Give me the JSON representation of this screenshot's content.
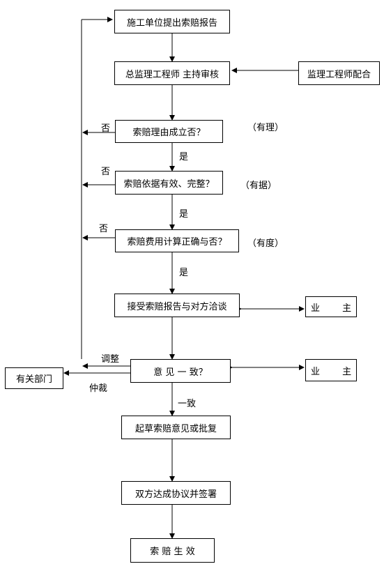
{
  "nodes": {
    "submit": "施工单位提出索赔报告",
    "review": "总监理工程师 主持审核",
    "assist": "监理工程师配合",
    "reason": "索赔理由成立否？",
    "basis": "索赔依据有效、完整？",
    "cost": "索赔费用计算正确与否？",
    "negotiate": "接受索赔报告与对方洽谈",
    "owner1": "业 主",
    "agree": "意 见 一 致？",
    "owner2": "业 主",
    "dept": "有关部门",
    "draft": "起草索赔意见或批复",
    "sign": "双方达成协议并签署",
    "effect": "索 赔 生 效"
  },
  "labels": {
    "no1": "否",
    "no2": "否",
    "no3": "否",
    "yes1": "是",
    "yes2": "是",
    "yes3": "是",
    "reason_note": "（有理）",
    "basis_note": "（有据）",
    "cost_note": "（有度）",
    "adjust": "调整",
    "arbitration": "仲裁",
    "consensus": "一致"
  }
}
